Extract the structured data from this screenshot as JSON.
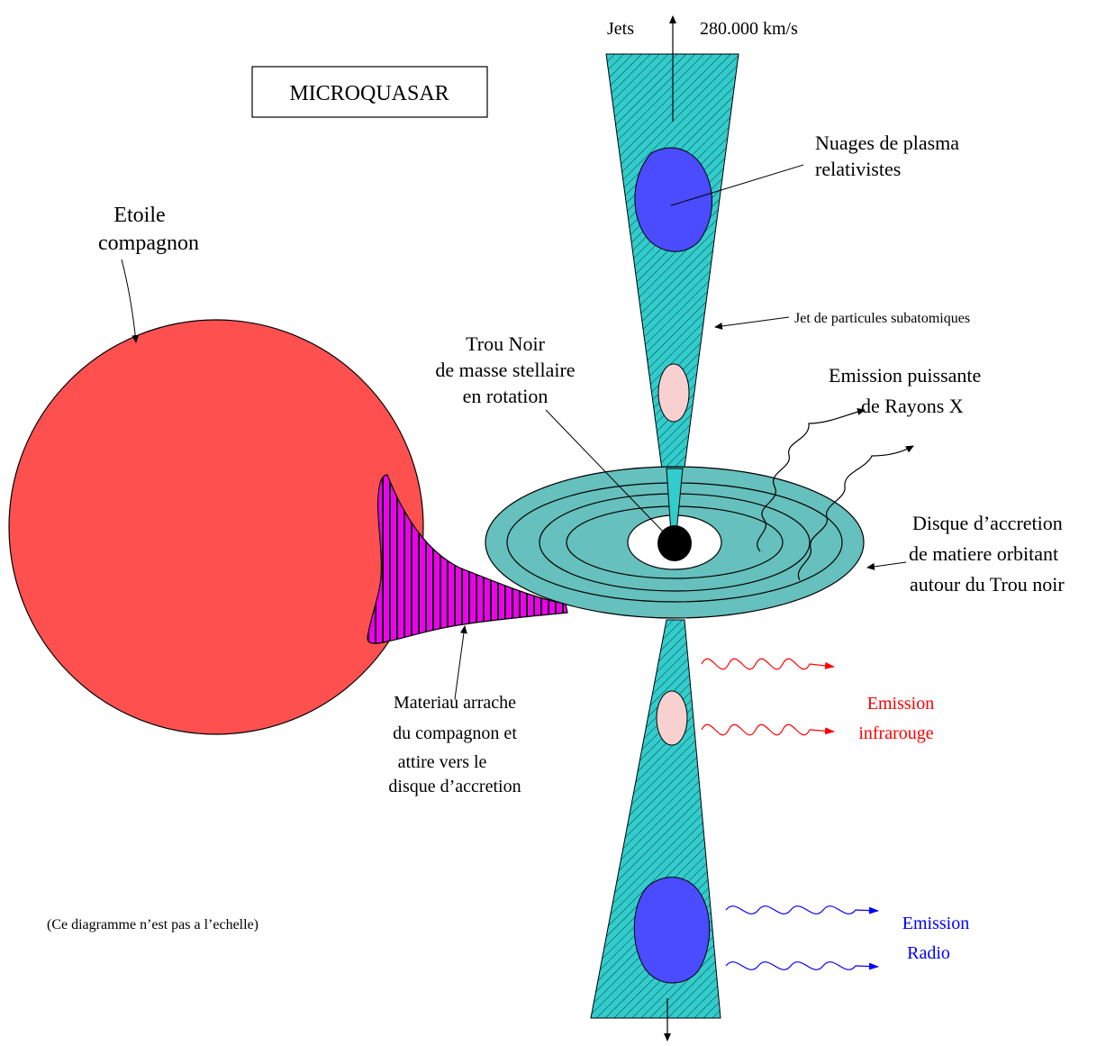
{
  "title": "MICROQUASAR",
  "jets_label": "Jets",
  "jet_speed": "280.000 km/s",
  "companion_star": {
    "line1": "Etoile",
    "line2": "compagnon"
  },
  "plasma_clouds": {
    "line1": "Nuages de plasma",
    "line2": "relativistes"
  },
  "jet_particles": "Jet de particules subatomiques",
  "black_hole": {
    "line1": "Trou Noir",
    "line2": "de masse stellaire",
    "line3": "en rotation"
  },
  "xray_emission": {
    "line1": "Emission puissante",
    "line2": "de Rayons X"
  },
  "accretion_disk": {
    "line1": "Disque d’accretion",
    "line2": "de matiere orbitant",
    "line3": "autour du Trou noir"
  },
  "material_stripped": {
    "line1": "Materiau arrache",
    "line2": "du compagnon et",
    "line3": "attire vers le",
    "line4": "disque d’accretion"
  },
  "infrared_emission": {
    "line1": "Emission",
    "line2": "infrarouge"
  },
  "radio_emission": {
    "line1": "Emission",
    "line2": "Radio"
  },
  "scale_note": "(Ce diagramme n’est pas a l’echelle)",
  "colors": {
    "star": "#ff5050",
    "stream": "#ee00ee",
    "jet": "#33cccc",
    "plasma": "#4b4bff",
    "pink_cloud": "#f9d0d0",
    "disk": "#66c0bd",
    "infrared": "#ff0000",
    "radio": "#0000ff"
  }
}
